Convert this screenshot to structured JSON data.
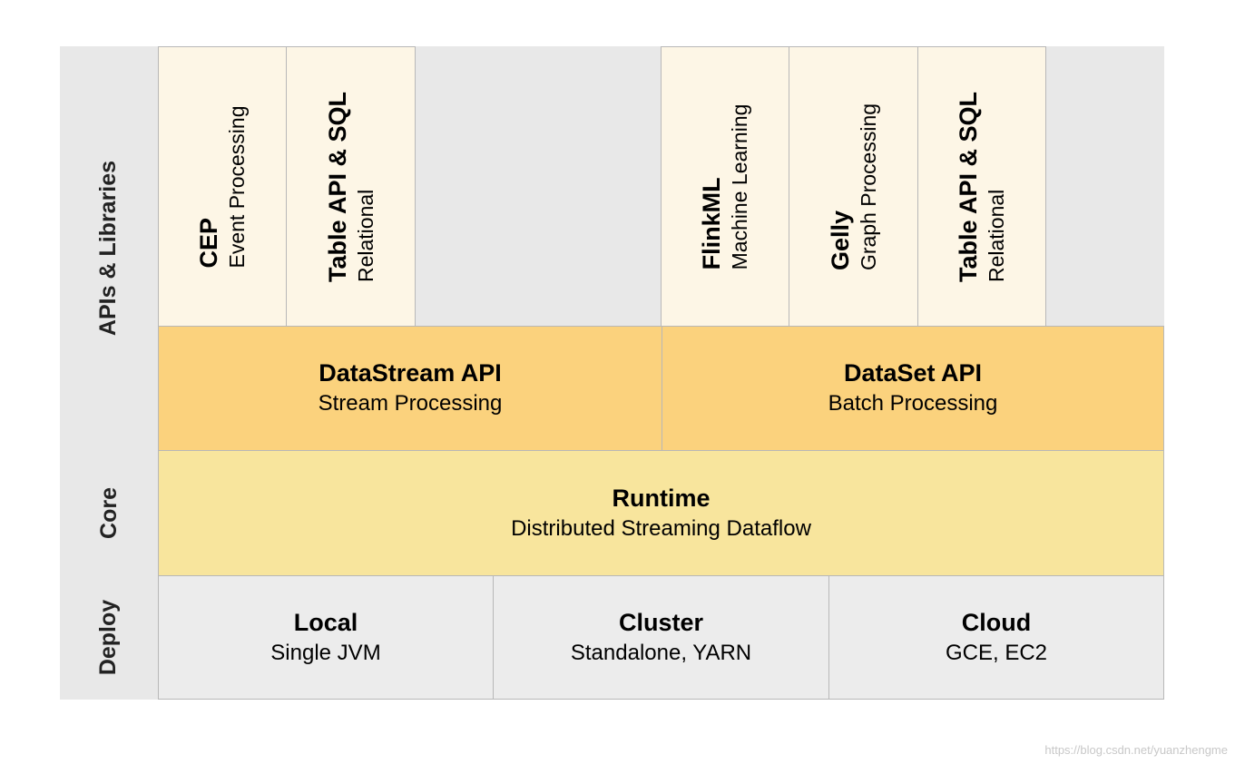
{
  "layers": {
    "apis": "APIs & Libraries",
    "core": "Core",
    "deploy": "Deploy"
  },
  "libraries": [
    {
      "title": "CEP",
      "subtitle": "Event Processing"
    },
    {
      "title": "Table API & SQL",
      "subtitle": "Relational"
    },
    {
      "title": "FlinkML",
      "subtitle": "Machine Learning"
    },
    {
      "title": "Gelly",
      "subtitle": "Graph Processing"
    },
    {
      "title": "Table API & SQL",
      "subtitle": "Relational"
    }
  ],
  "apis": [
    {
      "title": "DataStream API",
      "subtitle": "Stream Processing"
    },
    {
      "title": "DataSet API",
      "subtitle": "Batch Processing"
    }
  ],
  "runtime": {
    "title": "Runtime",
    "subtitle": "Distributed Streaming Dataflow"
  },
  "deploy": [
    {
      "title": "Local",
      "subtitle": "Single JVM"
    },
    {
      "title": "Cluster",
      "subtitle": "Standalone, YARN"
    },
    {
      "title": "Cloud",
      "subtitle": "GCE, EC2"
    }
  ],
  "watermark": "https://blog.csdn.net/yuanzhengme",
  "colors": {
    "library_fill": "#fdf6e6",
    "api_fill": "#fbd27d",
    "core_fill": "#f8e59d",
    "deploy_fill": "#ececec",
    "band_fill": "#e8e8e8"
  }
}
